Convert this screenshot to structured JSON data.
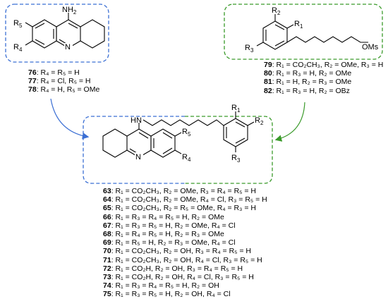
{
  "colors": {
    "blue_group": "#3b6fd4",
    "green_group": "#3a9a2a",
    "ink": "#000000"
  },
  "left_scaffold": {
    "atoms": {
      "nh2": "NH",
      "nh2_sub": "2",
      "n": "N",
      "r5": "R",
      "r5_sub": "5",
      "r4": "R",
      "r4_sub": "4"
    },
    "rows": [
      {
        "num": "76",
        "text": ": R₄ = R₅ = H"
      },
      {
        "num": "77",
        "text": ": R₄ = Cl, R₅ = H"
      },
      {
        "num": "78",
        "text": ": R₄ = H, R₅ = OMe"
      }
    ]
  },
  "right_scaffold": {
    "atoms": {
      "r1": "R",
      "r1_sub": "1",
      "r2": "R",
      "r2_sub": "2",
      "r3": "R",
      "r3_sub": "3",
      "oms": "OMs"
    },
    "rows": [
      {
        "num": "79",
        "text": ": R₁ = CO₂CH₃, R₂ = OMe, R₃ = H"
      },
      {
        "num": "80",
        "text": ": R₁ = R₃ = H, R₂ = OMe"
      },
      {
        "num": "81",
        "text": ": R₁ = H, R₂ = R₃ = OMe"
      },
      {
        "num": "82",
        "text": ": R₁ = R₃ = H, R₂ = OBz"
      }
    ]
  },
  "product": {
    "atoms": {
      "hn": "HN",
      "n": "N",
      "r5": "R",
      "r5_sub": "5",
      "r4": "R",
      "r4_sub": "4",
      "r1": "R",
      "r1_sub": "1",
      "r2": "R",
      "r2_sub": "2",
      "r3": "R",
      "r3_sub": "3"
    },
    "rows": [
      {
        "num": "63",
        "text": ": R₁ = CO₂CH₃, R₂ = OMe, R₃ = R₄ = R₅ = H"
      },
      {
        "num": "64",
        "text": ": R₁ = CO₂CH₃, R₂ = OMe, R₄ = Cl, R₃ = R₅ = H"
      },
      {
        "num": "65",
        "text": ": R₁ = CO₂CH₃, R₂ = R₅ = OMe, R₄ = R₃ = H"
      },
      {
        "num": "66",
        "text": ": R₁ = R₃ = R₄ = R₅ = H, R₂ = OMe"
      },
      {
        "num": "67",
        "text": ": R₁ = R₃ = R₅ = H, R₂ = OMe, R₄ = Cl"
      },
      {
        "num": "68",
        "text": ": R₁ = R₄ = R₅ = H, R₂ = R₃ = OMe"
      },
      {
        "num": "69",
        "text": ": R₁ = R₅ = H, R₂ = R₃ = OMe, R₄ = Cl"
      },
      {
        "num": "70",
        "text": ": R₁ = CO₂CH₃, R₂ = OH, R₃ = R₄ = R₅ = H"
      },
      {
        "num": "71",
        "text": ": R₁ = CO₂CH₃, R₂ = OH, R₄ = Cl, R₃ = R₅ = H"
      },
      {
        "num": "72",
        "text": ": R₁ = CO₂H, R₂ = OH, R₃ = R₄ = R₅ = H"
      },
      {
        "num": "73",
        "text": ": R₁ = CO₂H, R₂ = OH, R₄ = Cl, R₃ = R₅ = H"
      },
      {
        "num": "74",
        "text": ": R₁ = R₃ = R₄ = R₅ = H, R₂ = OH"
      },
      {
        "num": "75",
        "text": ": R₁ = R₃ =  R₅ = H, R₂ = OH, R₄ = Cl"
      }
    ]
  }
}
